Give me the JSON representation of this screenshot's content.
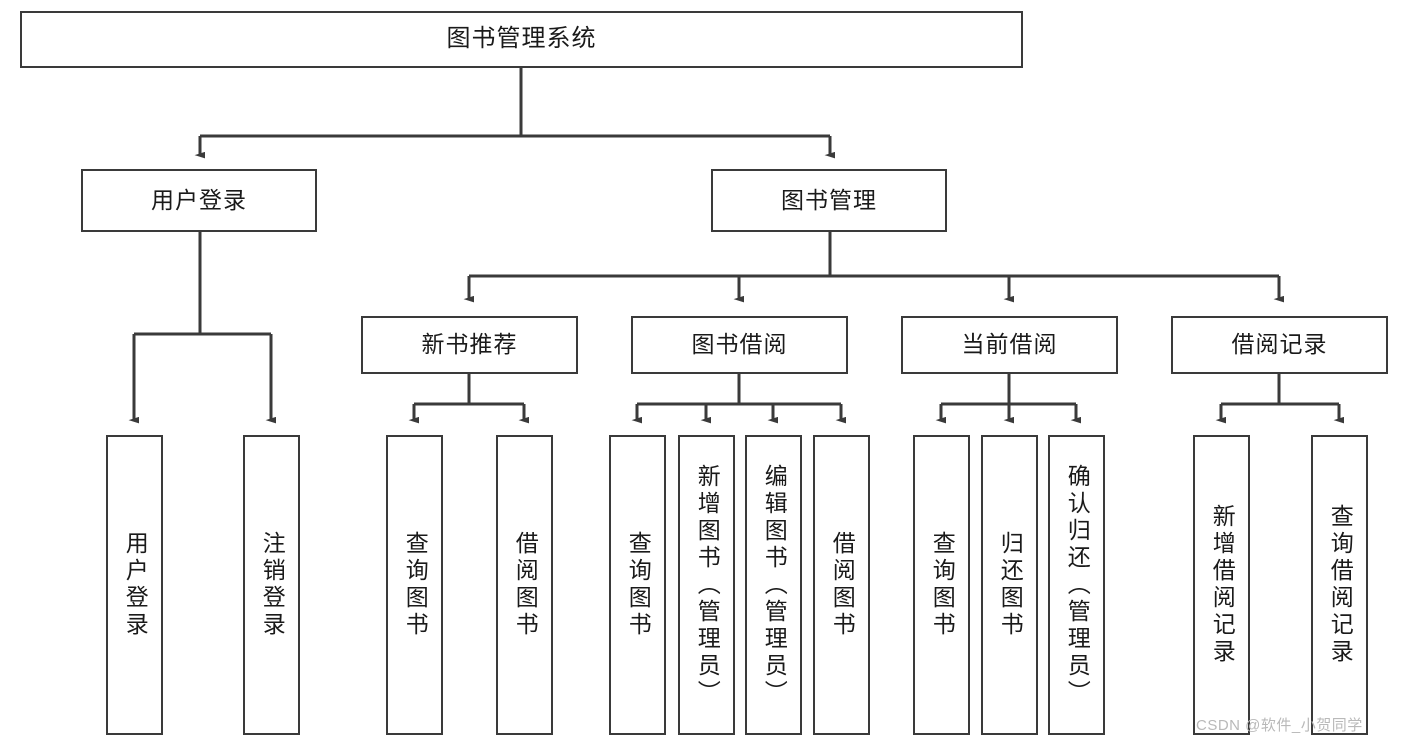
{
  "diagram": {
    "title": "图书管理系统",
    "type": "tree",
    "watermark": "CSDN @软件_小贺同学",
    "colors": {
      "box_border": "#3a3a3a",
      "box_fill": "#ffffff",
      "edge": "#3a3a3a",
      "text": "#1a1a1a",
      "watermark": "#b9b9b9"
    },
    "nodes": {
      "root": {
        "label": "图书管理系统"
      },
      "level2": [
        {
          "id": "user-login",
          "label": "用户登录"
        },
        {
          "id": "book-manage",
          "label": "图书管理"
        }
      ],
      "level3": [
        {
          "id": "new-book-recommend",
          "label": "新书推荐"
        },
        {
          "id": "book-borrow",
          "label": "图书借阅"
        },
        {
          "id": "current-borrow",
          "label": "当前借阅"
        },
        {
          "id": "borrow-record",
          "label": "借阅记录"
        }
      ],
      "leaves": {
        "user-login": [
          {
            "id": "leaf-user-login",
            "label": "用户登录"
          },
          {
            "id": "leaf-logout",
            "label": "注销登录"
          }
        ],
        "new-book-recommend": [
          {
            "id": "leaf-query-book-1",
            "label": "查询图书"
          },
          {
            "id": "leaf-borrow-book-1",
            "label": "借阅图书"
          }
        ],
        "book-borrow": [
          {
            "id": "leaf-query-book-2",
            "label": "查询图书"
          },
          {
            "id": "leaf-add-book",
            "label": "新增图书（管理员）"
          },
          {
            "id": "leaf-edit-book",
            "label": "编辑图书（管理员）"
          },
          {
            "id": "leaf-borrow-book-2",
            "label": "借阅图书"
          }
        ],
        "current-borrow": [
          {
            "id": "leaf-query-book-3",
            "label": "查询图书"
          },
          {
            "id": "leaf-return-book",
            "label": "归还图书"
          },
          {
            "id": "leaf-confirm-return",
            "label": "确认归还（管理员）"
          }
        ],
        "borrow-record": [
          {
            "id": "leaf-add-record",
            "label": "新增借阅记录"
          },
          {
            "id": "leaf-query-record",
            "label": "查询借阅记录"
          }
        ]
      }
    }
  }
}
